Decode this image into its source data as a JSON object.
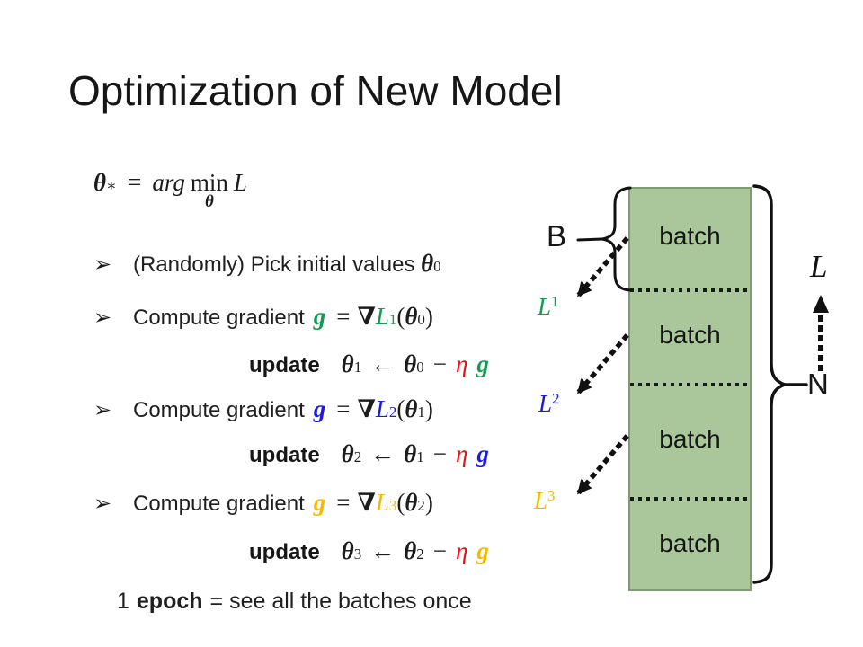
{
  "colors": {
    "green": "#149a52",
    "blue": "#1b1be0",
    "gold": "#f7b900",
    "red": "#ee1111",
    "ink": "#1c1c1c",
    "batch-fill": "#a9c79a",
    "batch-border": "#7d9d6d"
  },
  "title": "Optimization of New Model",
  "bullet_marker": "➢",
  "formula": {
    "theta": "θ",
    "star": "∗",
    "equals": "=",
    "arg": "arg",
    "min": "min",
    "min_sub": "θ",
    "loss": "L"
  },
  "pick_line": {
    "text": "(Randomly) Pick initial values ",
    "theta": "θ",
    "sup": "0"
  },
  "steps": [
    {
      "label": "Compute gradient",
      "g": "g",
      "equals": "=",
      "nabla": "∇",
      "loss": "L",
      "loss_sup": "1",
      "paren_open": "(",
      "theta": "θ",
      "theta_sup": "0",
      "paren_close": ")",
      "side_label": {
        "base": "L",
        "sup": "1"
      },
      "update": {
        "label": "update",
        "theta_new": "θ",
        "new_sup": "1",
        "arrow": "←",
        "theta_old": "θ",
        "old_sup": "0",
        "minus": "−",
        "eta": "η",
        "g": "g"
      }
    },
    {
      "label": "Compute gradient",
      "g": "g",
      "equals": "=",
      "nabla": "∇",
      "loss": "L",
      "loss_sup": "2",
      "paren_open": "(",
      "theta": "θ",
      "theta_sup": "1",
      "paren_close": ")",
      "side_label": {
        "base": "L",
        "sup": "2"
      },
      "update": {
        "label": "update",
        "theta_new": "θ",
        "new_sup": "2",
        "arrow": "←",
        "theta_old": "θ",
        "old_sup": "1",
        "minus": "−",
        "eta": "η",
        "g": "g"
      }
    },
    {
      "label": "Compute gradient",
      "g": "g",
      "equals": "=",
      "nabla": "∇",
      "loss": "L",
      "loss_sup": "3",
      "paren_open": "(",
      "theta": "θ",
      "theta_sup": "2",
      "paren_close": ")",
      "side_label": {
        "base": "L",
        "sup": "3"
      },
      "update": {
        "label": "update",
        "theta_new": "θ",
        "new_sup": "3",
        "arrow": "←",
        "theta_old": "θ",
        "old_sup": "2",
        "minus": "−",
        "eta": "η",
        "g": "g"
      }
    }
  ],
  "epoch_line": {
    "number": "1",
    "bold": "epoch",
    "rest": "= see all the batches once"
  },
  "diagram": {
    "batch_size_label": "B",
    "dataset_size_label": "N",
    "loss_label": "L",
    "batches": [
      "batch",
      "batch",
      "batch",
      "batch"
    ]
  }
}
